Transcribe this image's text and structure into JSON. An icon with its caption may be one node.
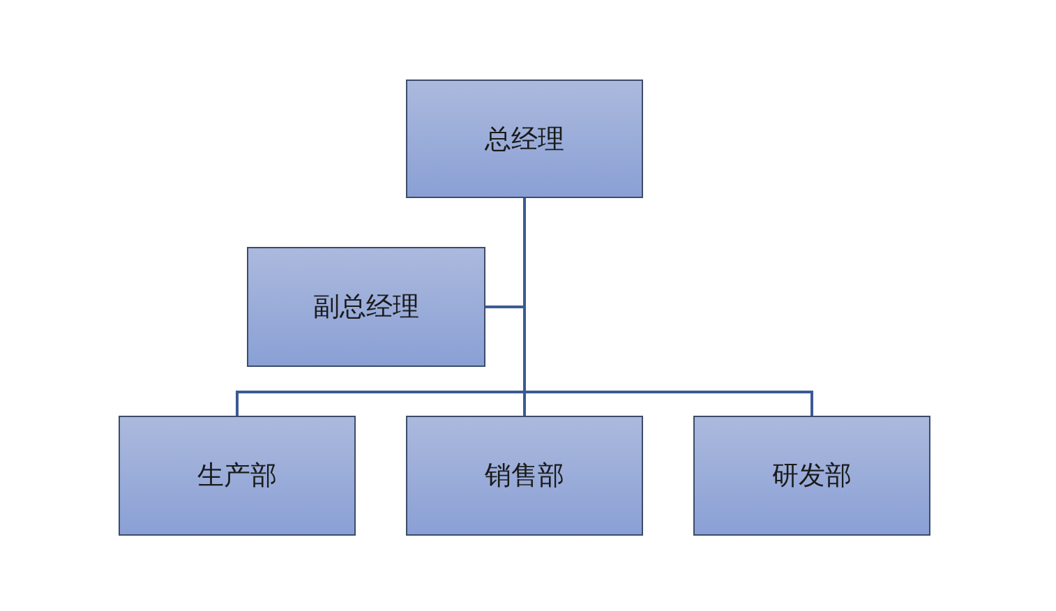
{
  "diagram": {
    "nodes": [
      {
        "text": [
          "总经理"
        ]
      },
      {
        "text": [
          "副总经理"
        ]
      },
      {
        "text": [
          "生产部"
        ]
      },
      {
        "text": [
          "销售部"
        ]
      },
      {
        "text": [
          "研发部"
        ]
      }
    ],
    "edges": [
      {
        "from": 0,
        "to": 1,
        "arrow": "none"
      },
      {
        "from": 0,
        "to": 2,
        "arrow": "none"
      },
      {
        "from": 0,
        "to": 3,
        "arrow": "none"
      },
      {
        "from": 0,
        "to": 4,
        "arrow": "none"
      }
    ]
  }
}
